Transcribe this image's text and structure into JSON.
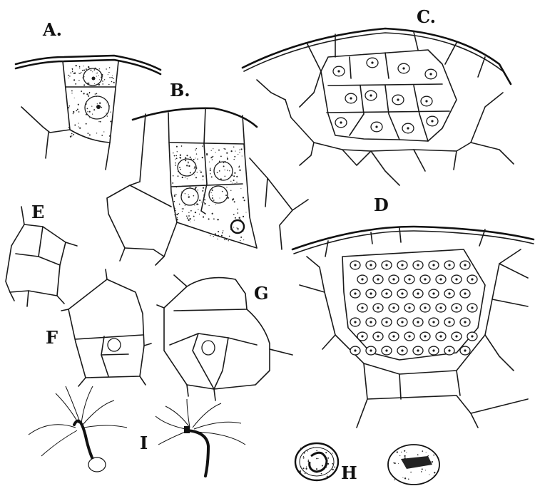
{
  "figure": {
    "labels": {
      "A": "A.",
      "B": "B.",
      "C": "C.",
      "D": "D",
      "E": "E",
      "F": "F",
      "G": "G",
      "H": "H",
      "I": "I"
    }
  }
}
